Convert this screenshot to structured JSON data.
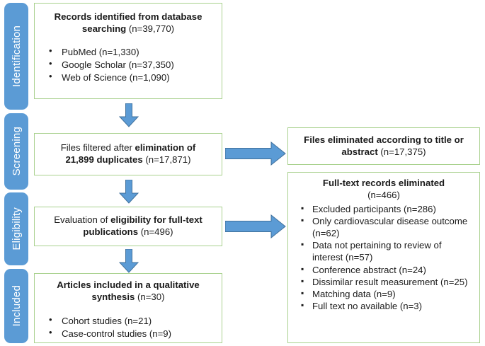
{
  "diagram": {
    "type": "prisma-flow-diagram",
    "colors": {
      "stage_tab_fill": "#5B9BD5",
      "stage_tab_text": "#FFFFFF",
      "box_border": "#A9D18E",
      "box_fill": "#FFFFFF",
      "arrow_fill": "#5B9BD5",
      "arrow_stroke": "#41719C",
      "text": "#1A1A1A"
    },
    "stages": [
      {
        "label": "Identification"
      },
      {
        "label": "Screening"
      },
      {
        "label": "Eligibility"
      },
      {
        "label": "Included"
      }
    ],
    "boxes": {
      "identification": {
        "heading_bold": "Records identified from database searching",
        "heading_regular": " (n=39,770)",
        "bullets": [
          "PubMed (n=1,330)",
          "Google Scholar (n=37,350)",
          "Web of Science (n=1,090)"
        ]
      },
      "screening": {
        "line1_regular": "Files filtered after ",
        "line1_bold": "elimination of",
        "line2_bold": "21,899 duplicates",
        "line2_regular": " (n=17,871)"
      },
      "eligibility": {
        "line1_regular": "Evaluation of ",
        "line1_bold": "eligibility for full-text",
        "line2_bold": "publications",
        "line2_regular": " (n=496)"
      },
      "included": {
        "heading_bold": "Articles included in a qualitative synthesis",
        "heading_regular": " (n=30)",
        "bullets": [
          "Cohort studies (n=21)",
          "Case-control studies (n=9)"
        ]
      },
      "excluded_title_abstract": {
        "heading_bold": "Files eliminated according to title or abstract",
        "heading_regular": " (n=17,375)"
      },
      "excluded_full_text": {
        "heading_bold": "Full-text records eliminated",
        "heading_count": "(n=466)",
        "bullets": [
          "Excluded participants (n=286)",
          "Only cardiovascular disease outcome (n=62)",
          "Data not pertaining to review of interest (n=57)",
          "Conference abstract (n=24)",
          "Dissimilar result measurement (n=25)",
          "Matching data (n=9)",
          "Full text no available (n=3)"
        ]
      }
    },
    "arrows": [
      {
        "name": "identification-to-screening",
        "direction": "down"
      },
      {
        "name": "screening-to-eligibility",
        "direction": "down"
      },
      {
        "name": "eligibility-to-included",
        "direction": "down"
      },
      {
        "name": "screening-to-excluded-title-abstract",
        "direction": "right"
      },
      {
        "name": "eligibility-to-excluded-full-text",
        "direction": "right"
      }
    ]
  }
}
